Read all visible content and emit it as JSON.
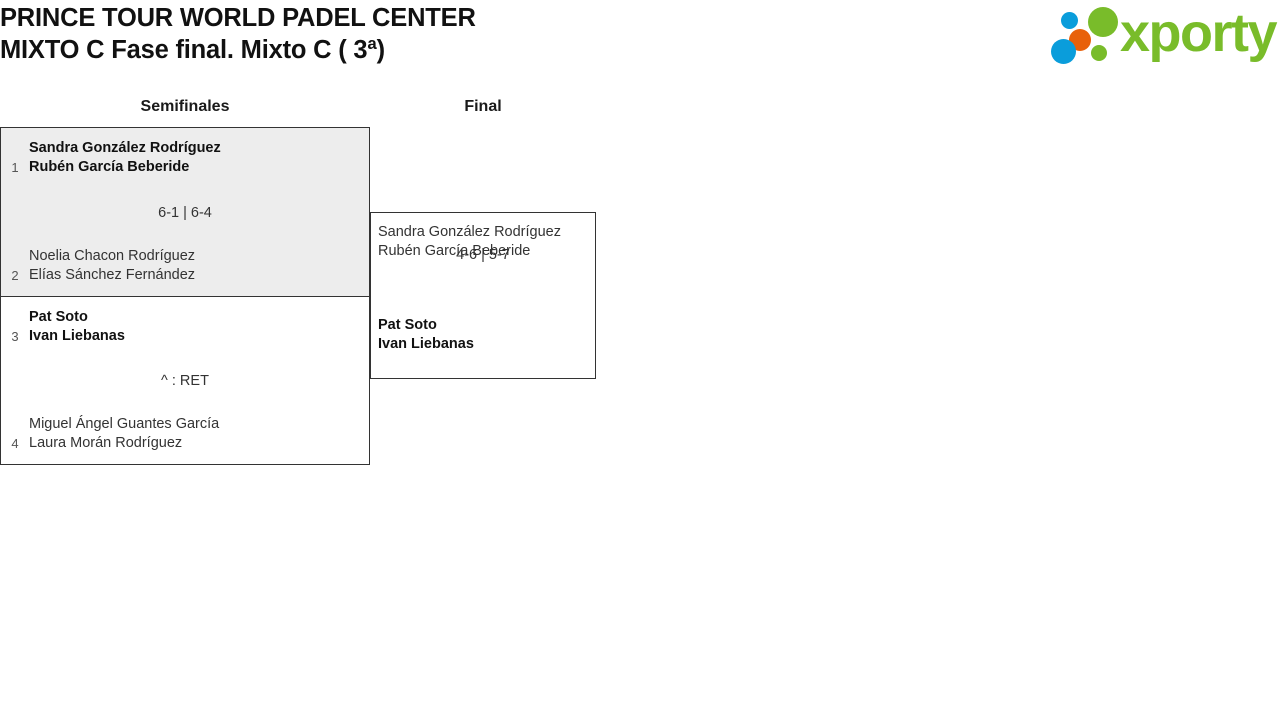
{
  "header": {
    "title_line1": "PRINCE TOUR WORLD PADEL CENTER",
    "title_line2": "MIXTO C Fase final. Mixto C ( 3ª)"
  },
  "logo": {
    "wordmark": "xporty",
    "colors": {
      "blue": "#0a9ddb",
      "orange": "#e8610b",
      "green": "#79bc2a"
    }
  },
  "rounds": [
    {
      "label": "Semifinales"
    },
    {
      "label": "Final"
    }
  ],
  "matches": {
    "semifinal_1": {
      "shaded": true,
      "top": {
        "seed": "1",
        "player1": "Sandra González Rodríguez",
        "player2": "Rubén García Beberide",
        "winner": true
      },
      "bottom": {
        "seed": "2",
        "player1": "Noelia Chacon Rodríguez",
        "player2": "Elías Sánchez Fernández",
        "winner": false
      },
      "score": "6-1 | 6-4"
    },
    "semifinal_2": {
      "shaded": false,
      "top": {
        "seed": "3",
        "player1": "Pat Soto",
        "player2": "Ivan Liebanas",
        "winner": true
      },
      "bottom": {
        "seed": "4",
        "player1": "Miguel Ángel Guantes García",
        "player2": "Laura Morán Rodríguez",
        "winner": false
      },
      "score": "^ : RET"
    },
    "final": {
      "shaded": false,
      "top": {
        "seed": "",
        "player1": "Sandra González Rodríguez",
        "player2": "Rubén García Beberide",
        "winner": false
      },
      "bottom": {
        "seed": "",
        "player1": "Pat Soto",
        "player2": "Ivan Liebanas",
        "winner": true
      },
      "score": "4-6 | 5-7"
    }
  }
}
